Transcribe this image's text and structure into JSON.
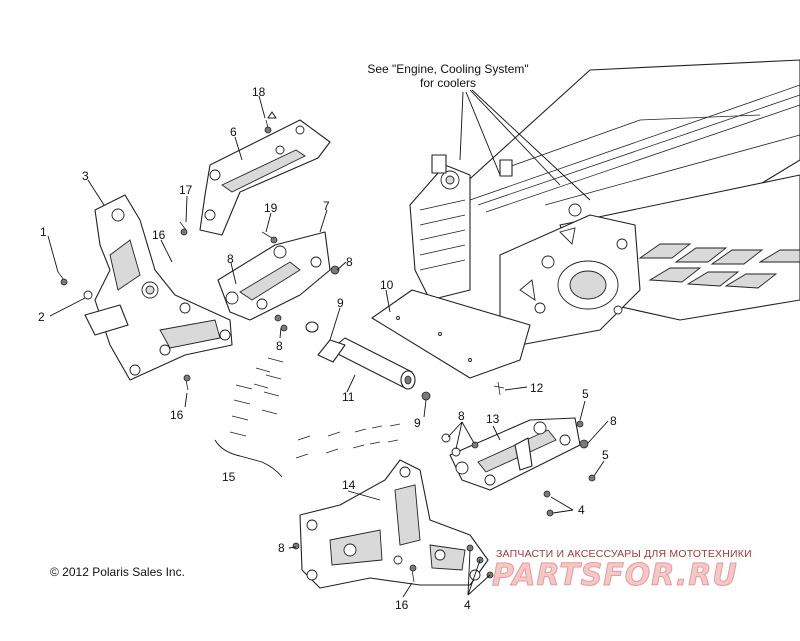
{
  "note_line1": "See \"Engine, Cooling System\"",
  "note_line2": "for coolers",
  "copyright": "© 2012 Polaris Sales Inc.",
  "watermark_tagline": "ЗАПЧАСТИ И АКСЕССУАРЫ ДЛЯ МОТОТЕХНИКИ",
  "watermark_logo": "PARTSFOR.RU",
  "callouts": {
    "c1": "1",
    "c2": "2",
    "c3": "3",
    "c4a": "4",
    "c4b": "4",
    "c5a": "5",
    "c5b": "5",
    "c6": "6",
    "c7": "7",
    "c8a": "8",
    "c8b": "8",
    "c8c": "8",
    "c8d": "8",
    "c8e": "8",
    "c8f": "8",
    "c9a": "9",
    "c9b": "9",
    "c10": "10",
    "c11": "11",
    "c12": "12",
    "c13": "13",
    "c14": "14",
    "c15": "15",
    "c16a": "16",
    "c16b": "16",
    "c16c": "16",
    "c17": "17",
    "c18": "18",
    "c19": "19"
  }
}
